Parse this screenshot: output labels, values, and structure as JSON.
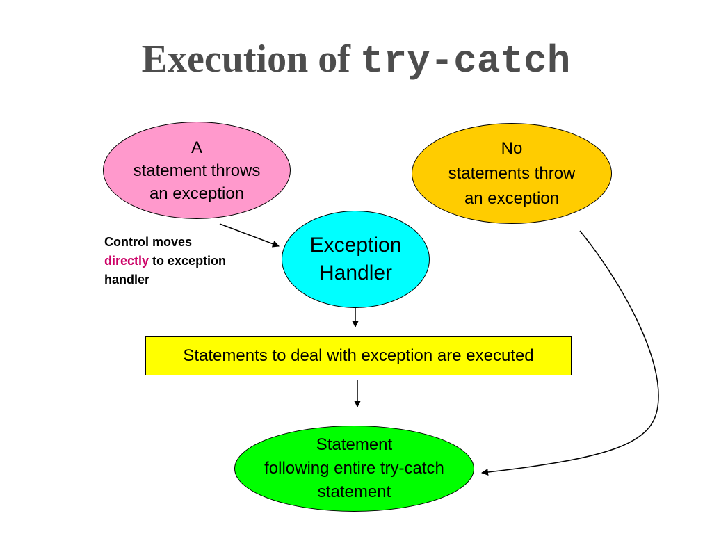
{
  "title": {
    "text": "Execution of ",
    "code": "try-catch"
  },
  "nodes": {
    "throws": {
      "line1": "A",
      "line2": "statement throws",
      "line3": "an exception"
    },
    "no_throw": {
      "line1": "No",
      "line2": "statements throw",
      "line3": "an exception"
    },
    "handler": {
      "line1": "Exception",
      "line2": "Handler"
    },
    "execute": {
      "text": "Statements to deal with exception are executed"
    },
    "following": {
      "line1": "Statement",
      "line2": "following entire try-catch",
      "line3": "statement"
    }
  },
  "annotation": {
    "part1": "Control moves",
    "highlight": "directly",
    "part2": " to exception",
    "part3": "handler"
  },
  "colors": {
    "title": "#4d4d4d",
    "throws": "#ff99cc",
    "no_throw": "#ffcc00",
    "handler": "#00ffff",
    "execute": "#ffff00",
    "following": "#00ff00",
    "highlight": "#cc0066"
  }
}
